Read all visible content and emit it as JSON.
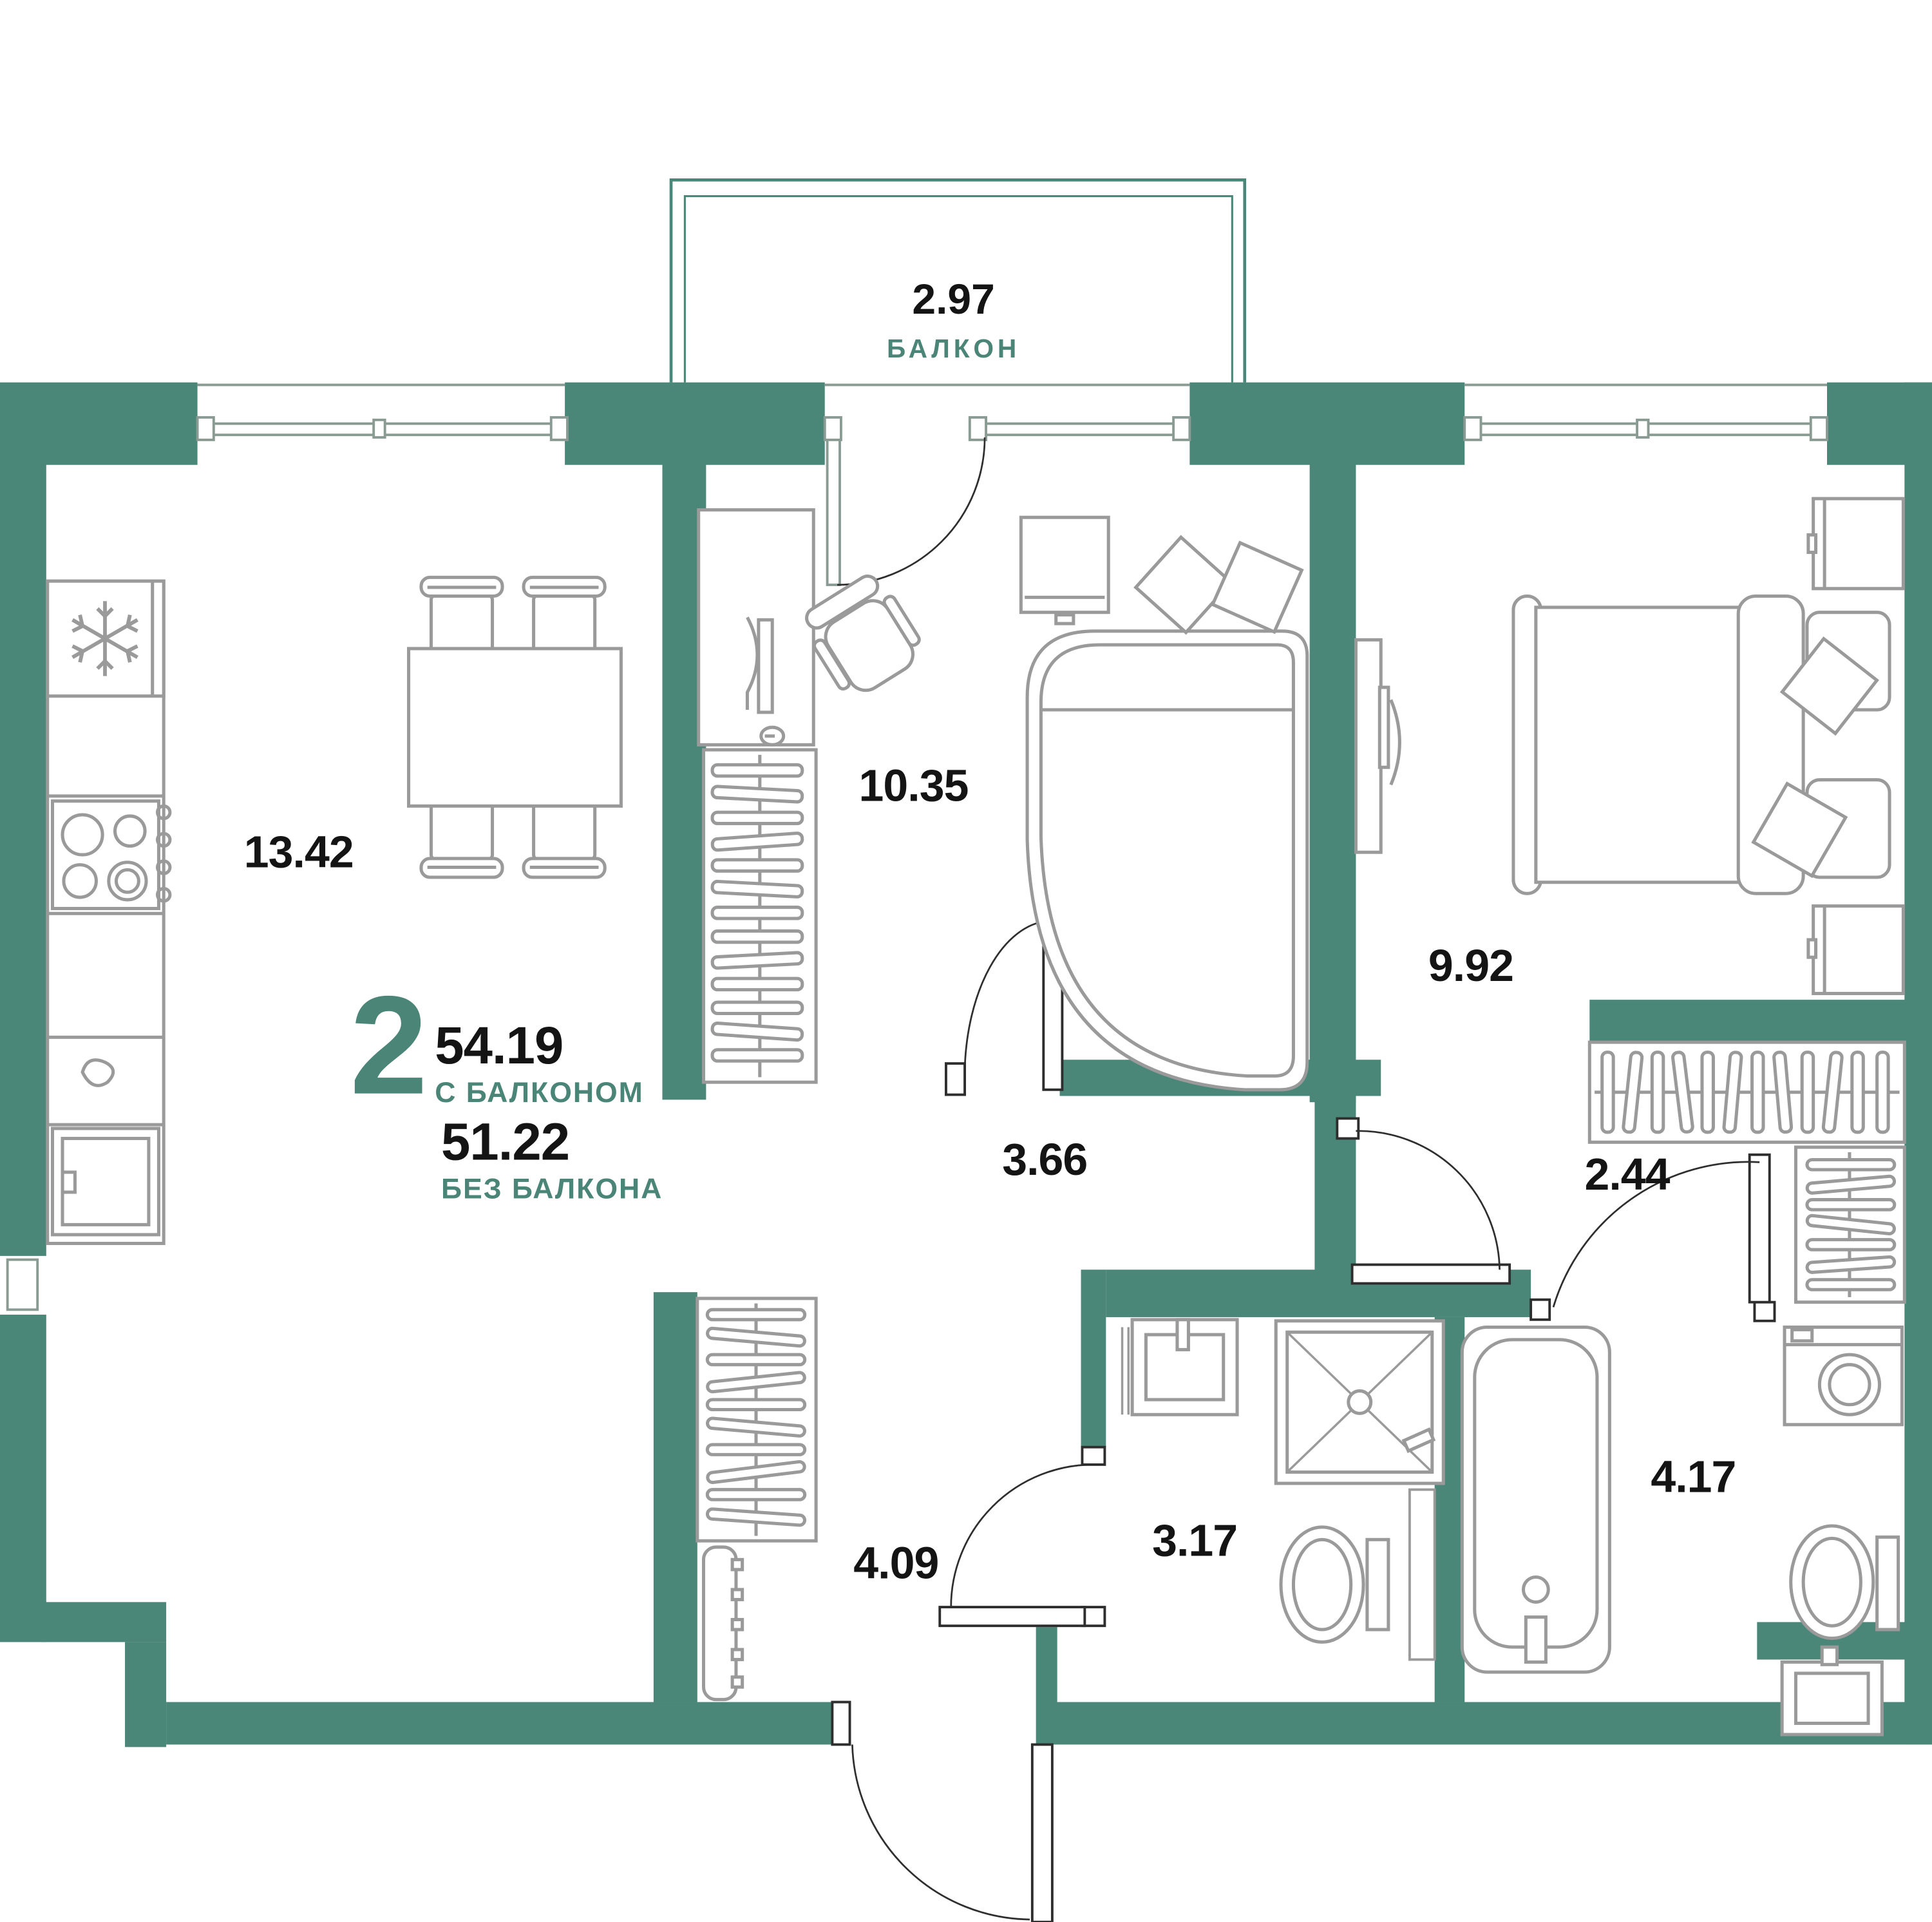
{
  "page": {
    "type": "apartment floor plan",
    "background": "#ffffff"
  },
  "colors": {
    "wall": "#4A8778",
    "accent": "#4A8577",
    "ink": "#141414",
    "furn": "#9A9A9A",
    "win": "#8A9B94"
  },
  "legend": {
    "room_count": "2",
    "area_with_balcony": "54.19",
    "with_balcony_label": "С БАЛКОНОМ",
    "area_without_balcony": "51.22",
    "without_balcony_label": "БЕЗ БАЛКОНА"
  },
  "rooms": {
    "balcony": {
      "area": "2.97",
      "name": "БАЛКОН"
    },
    "kitchen": {
      "area": "13.42"
    },
    "living": {
      "area": "10.35"
    },
    "bedroom": {
      "area": "9.92"
    },
    "hallway": {
      "area": "3.66"
    },
    "closet": {
      "area": "2.44"
    },
    "corridor": {
      "area": "4.09"
    },
    "bathroom_small": {
      "area": "3.17"
    },
    "bathroom_large": {
      "area": "4.17"
    }
  }
}
